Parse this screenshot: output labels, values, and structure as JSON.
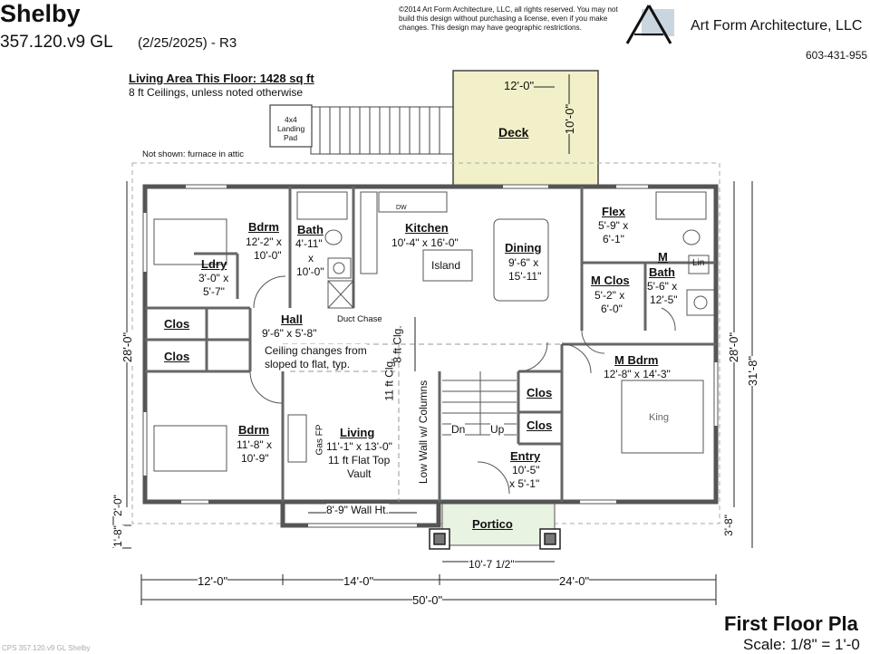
{
  "header": {
    "plan_name": "Shelby",
    "plan_code": "357.120.v9 GL",
    "plan_date": "(2/25/2025) - R3",
    "copyright": "©2014 Art Form Architecture, LLC, all rights reserved. You may not build this design without purchasing a license, even if you make changes. This design may have geographic restrictions.",
    "company": "Art Form Architecture, LLC",
    "phone": "603-431-955"
  },
  "notes": {
    "living_area": "Living Area This Floor: 1428 sq ft",
    "ceilings": "8 ft Ceilings, unless noted otherwise",
    "not_shown": "Not shown: furnace in attic",
    "ceiling_change": "Ceiling changes from",
    "ceiling_change_2": "sloped to flat, typ.",
    "duct_chase": "Duct Chase",
    "landing_1": "4x4",
    "landing_2": "Landing",
    "landing_3": "Pad",
    "clg_11": "11 ft Clg.",
    "clg_8": "8 ft Clg.",
    "low_wall": "Low Wall w/ Columns",
    "gas_fp": "Gas FP",
    "wall_ht": "8'-9\" Wall Ht.",
    "island": "Island",
    "king": "King",
    "lin": "Lin",
    "dn": "Dn",
    "up": "Up",
    "dw": "DW"
  },
  "rooms": {
    "deck": {
      "name": "Deck",
      "dim_w": "12'-0\"",
      "dim_d": "10'-0\""
    },
    "bdrm1": {
      "name": "Bdrm",
      "l1": "12'-2\" x",
      "l2": "10'-0\""
    },
    "bath1": {
      "name": "Bath",
      "l1": "4'-11\"",
      "l2": "x",
      "l3": "10'-0\""
    },
    "kitchen": {
      "name": "Kitchen",
      "l1": "10'-4\" x 16'-0\""
    },
    "dining": {
      "name": "Dining",
      "l1": "9'-6\" x",
      "l2": "15'-11\""
    },
    "flex": {
      "name": "Flex",
      "l1": "5'-9\" x",
      "l2": "6'-1\""
    },
    "ldry": {
      "name": "Ldry",
      "l1": "3'-0\" x",
      "l2": "5'-7\""
    },
    "mclos": {
      "name": "M Clos",
      "l1": "5'-2\" x",
      "l2": "6'-0\""
    },
    "mbath": {
      "name1": "M",
      "name2": "Bath",
      "l1": "5'-6\" x",
      "l2": "12'-5\""
    },
    "clos1": {
      "name": "Clos"
    },
    "clos2": {
      "name": "Clos"
    },
    "hall": {
      "name": "Hall",
      "l1": "9'-6\" x 5'-8\""
    },
    "mbdrm": {
      "name": "M Bdrm",
      "l1": "12'-8\" x 14'-3\""
    },
    "clos3": {
      "name": "Clos"
    },
    "clos4": {
      "name": "Clos"
    },
    "bdrm2": {
      "name": "Bdrm",
      "l1": "11'-8\" x",
      "l2": "10'-9\""
    },
    "living": {
      "name": "Living",
      "l1": "11'-1\" x 13'-0\"",
      "l2": "11 ft Flat Top",
      "l3": "Vault"
    },
    "entry": {
      "name": "Entry",
      "l1": "10'-5\"",
      "l2": "x 5'-1\""
    },
    "portico": {
      "name": "Portico",
      "dim": "10'-7 1/2\""
    }
  },
  "dimensions": {
    "left_28": "28'-0\"",
    "left_2": "2'-0\"",
    "left_1_8": "1'-8\"",
    "right_28": "28'-0\"",
    "right_31_8": "31'-8\"",
    "right_3_8": "3'-8\"",
    "bottom_12": "12'-0\"",
    "bottom_14": "14'-0\"",
    "bottom_24": "24'-0\"",
    "bottom_50": "50'-0\""
  },
  "footer": {
    "title": "First Floor Pla",
    "scale": "Scale: 1/8\" = 1'-0",
    "file": "CPS 357.120.v9 GL Shelby"
  },
  "colors": {
    "deck": "#f2f0c8",
    "portico": "#e8f3e2",
    "wall": "#555555"
  }
}
